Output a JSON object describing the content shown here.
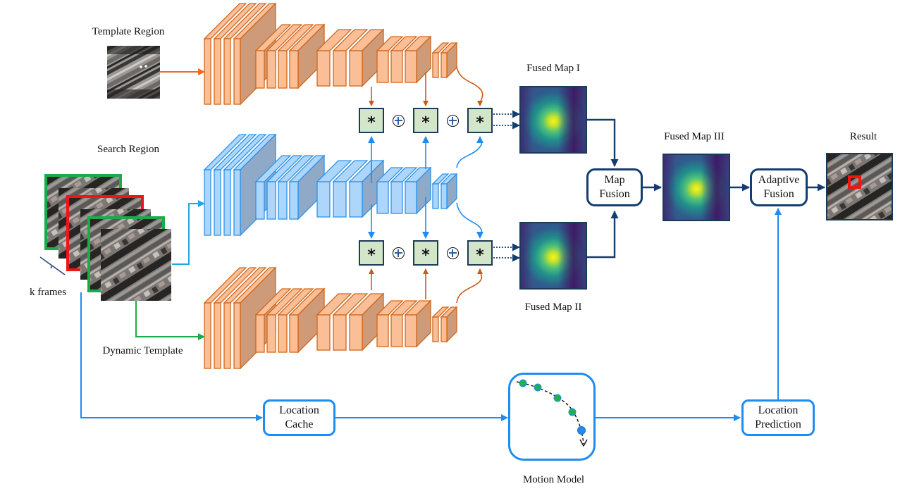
{
  "labels": {
    "template_region": "Template Region",
    "search_region": "Search Region",
    "k_frames": "k frames",
    "dynamic_template": "Dynamic Template",
    "fused_map_1": "Fused Map I",
    "fused_map_2": "Fused Map II",
    "fused_map_3": "Fused Map III",
    "result": "Result",
    "motion_model": "Motion Model"
  },
  "nodes": {
    "map_fusion": [
      "Map",
      "Fusion"
    ],
    "adaptive_fusion": [
      "Adaptive",
      "Fusion"
    ],
    "location_cache": [
      "Location",
      "Cache"
    ],
    "location_prediction": [
      "Location",
      "Prediction"
    ]
  },
  "operators": {
    "correlation": "*",
    "sum": "⊕"
  },
  "colors": {
    "template_branch": "#f08030",
    "template_fill": "#fbbf98",
    "template_side": "#cd9a7a",
    "search_branch": "#2196f3",
    "search_fill": "#aed6fb",
    "search_side": "#8fa9c6",
    "dark_navy": "#123d6e",
    "dynamic_template_line": "#1aab4a",
    "frame_green": "#1aab4a",
    "frame_red": "#f01414",
    "corr_fill": "#d4e6c9",
    "track_point_green": "#22b04a",
    "track_point_blue": "#1e8cf0"
  },
  "icons": {
    "template_thumbnail": "aerial-road-crop",
    "search_frames": "aerial-frame-stack",
    "result_thumbnail": "aerial-result-with-bbox",
    "motion_trajectory": "dashed-curve-with-points"
  }
}
